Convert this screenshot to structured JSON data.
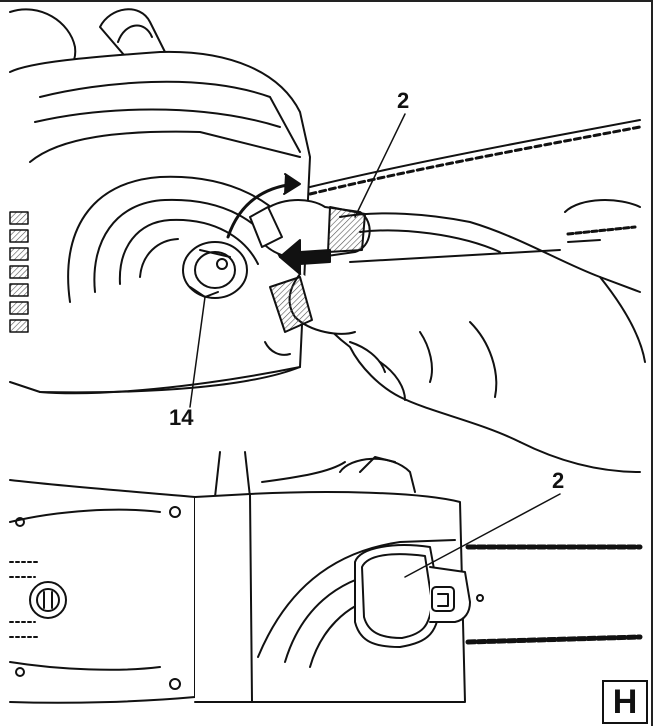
{
  "figure": {
    "callouts": {
      "top_part": "2",
      "knob": "14",
      "bottom_part": "2"
    },
    "badge": "H",
    "colors": {
      "ink": "#111111",
      "background": "#ffffff",
      "hatch": "#555555"
    }
  }
}
